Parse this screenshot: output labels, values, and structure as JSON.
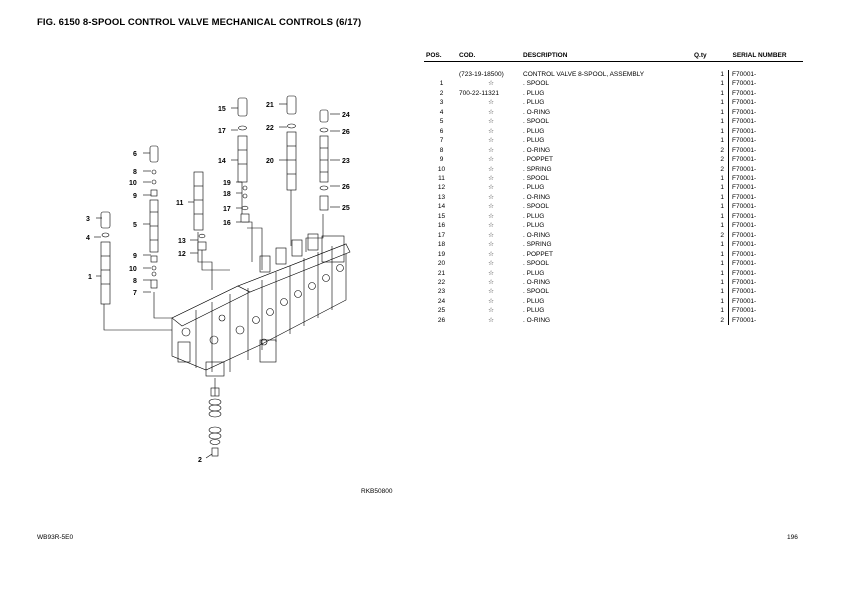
{
  "title": "FIG. 6150 8-SPOOL CONTROL VALVE MECHANICAL CONTROLS (6/17)",
  "image_ref": "RKB50800",
  "footer_left": "WB93R-5E0",
  "page_number": "196",
  "table": {
    "headers": {
      "pos": "POS.",
      "cod": "COD.",
      "desc": "DESCRIPTION",
      "qty": "Q.ty",
      "serial": "SERIAL NUMBER"
    },
    "assembly": {
      "pos": "",
      "cod": "(723-19-18500)",
      "desc": "CONTROL VALVE 8-SPOOL, ASSEMBLY",
      "qty": "1",
      "serial": "F70001-"
    },
    "rows": [
      {
        "pos": "1",
        "cod": "☆",
        "desc": ". SPOOL",
        "qty": "1",
        "serial": "F70001-"
      },
      {
        "pos": "2",
        "cod": "700-22-11321",
        "desc": ". PLUG",
        "qty": "1",
        "serial": "F70001-"
      },
      {
        "pos": "3",
        "cod": "☆",
        "desc": ". PLUG",
        "qty": "1",
        "serial": "F70001-"
      },
      {
        "pos": "4",
        "cod": "☆",
        "desc": ". O-RING",
        "qty": "1",
        "serial": "F70001-"
      },
      {
        "pos": "5",
        "cod": "☆",
        "desc": ". SPOOL",
        "qty": "1",
        "serial": "F70001-"
      },
      {
        "pos": "6",
        "cod": "☆",
        "desc": ". PLUG",
        "qty": "1",
        "serial": "F70001-"
      },
      {
        "pos": "7",
        "cod": "☆",
        "desc": ". PLUG",
        "qty": "1",
        "serial": "F70001-"
      },
      {
        "pos": "8",
        "cod": "☆",
        "desc": ". O-RING",
        "qty": "2",
        "serial": "F70001-"
      },
      {
        "pos": "9",
        "cod": "☆",
        "desc": ". POPPET",
        "qty": "2",
        "serial": "F70001-"
      },
      {
        "pos": "10",
        "cod": "☆",
        "desc": ". SPRING",
        "qty": "2",
        "serial": "F70001-"
      },
      {
        "pos": "11",
        "cod": "☆",
        "desc": ". SPOOL",
        "qty": "1",
        "serial": "F70001-"
      },
      {
        "pos": "12",
        "cod": "☆",
        "desc": ". PLUG",
        "qty": "1",
        "serial": "F70001-"
      },
      {
        "pos": "13",
        "cod": "☆",
        "desc": ". O-RING",
        "qty": "1",
        "serial": "F70001-"
      },
      {
        "pos": "14",
        "cod": "☆",
        "desc": ". SPOOL",
        "qty": "1",
        "serial": "F70001-"
      },
      {
        "pos": "15",
        "cod": "☆",
        "desc": ". PLUG",
        "qty": "1",
        "serial": "F70001-"
      },
      {
        "pos": "16",
        "cod": "☆",
        "desc": ". PLUG",
        "qty": "1",
        "serial": "F70001-"
      },
      {
        "pos": "17",
        "cod": "☆",
        "desc": ". O-RING",
        "qty": "2",
        "serial": "F70001-"
      },
      {
        "pos": "18",
        "cod": "☆",
        "desc": ". SPRING",
        "qty": "1",
        "serial": "F70001-"
      },
      {
        "pos": "19",
        "cod": "☆",
        "desc": ". POPPET",
        "qty": "1",
        "serial": "F70001-"
      },
      {
        "pos": "20",
        "cod": "☆",
        "desc": ". SPOOL",
        "qty": "1",
        "serial": "F70001-"
      },
      {
        "pos": "21",
        "cod": "☆",
        "desc": ". PLUG",
        "qty": "1",
        "serial": "F70001-"
      },
      {
        "pos": "22",
        "cod": "☆",
        "desc": ". O-RING",
        "qty": "1",
        "serial": "F70001-"
      },
      {
        "pos": "23",
        "cod": "☆",
        "desc": ". SPOOL",
        "qty": "1",
        "serial": "F70001-"
      },
      {
        "pos": "24",
        "cod": "☆",
        "desc": ". PLUG",
        "qty": "1",
        "serial": "F70001-"
      },
      {
        "pos": "25",
        "cod": "☆",
        "desc": ". PLUG",
        "qty": "1",
        "serial": "F70001-"
      },
      {
        "pos": "26",
        "cod": "☆",
        "desc": ". O-RING",
        "qty": "2",
        "serial": "F70001-"
      }
    ]
  },
  "callouts": {
    "c1": "1",
    "c2": "2",
    "c3": "3",
    "c4": "4",
    "c5": "5",
    "c6": "6",
    "c7": "7",
    "c8a": "8",
    "c8b": "8",
    "c9a": "9",
    "c9b": "9",
    "c10a": "10",
    "c10b": "10",
    "c11": "11",
    "c12": "12",
    "c13": "13",
    "c14": "14",
    "c15": "15",
    "c16": "16",
    "c17a": "17",
    "c17b": "17",
    "c18": "18",
    "c19": "19",
    "c20": "20",
    "c21": "21",
    "c22": "22",
    "c23": "23",
    "c24": "24",
    "c25": "25",
    "c26a": "26",
    "c26b": "26"
  }
}
